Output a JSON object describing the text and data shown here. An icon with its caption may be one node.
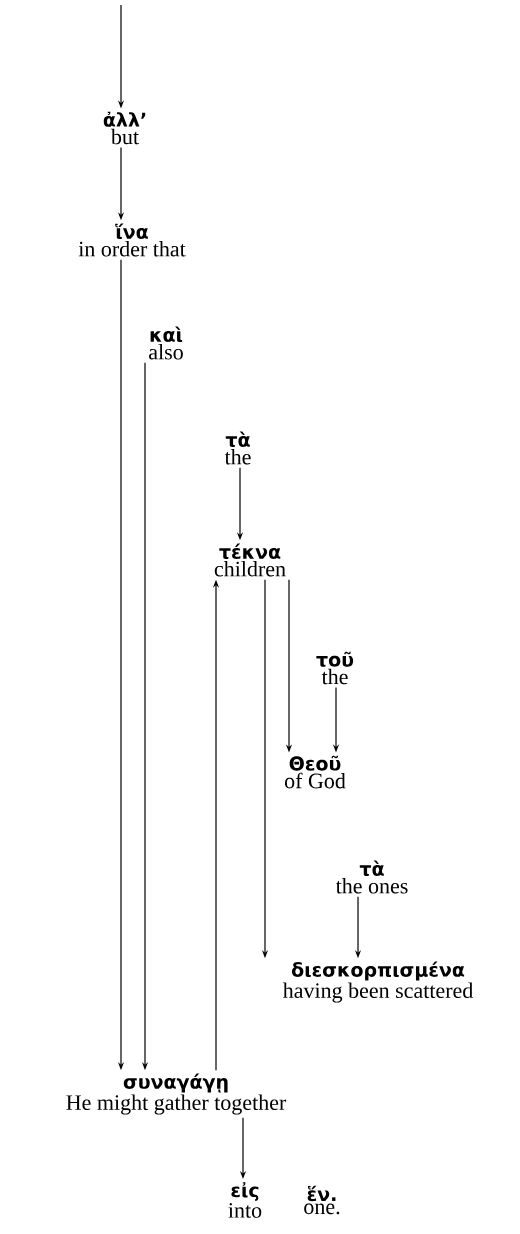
{
  "diagram": {
    "nodes": [
      {
        "text": [
          "ἀλλ’",
          "but"
        ]
      },
      {
        "text": [
          "ἵνα",
          "in order that"
        ]
      },
      {
        "text": [
          "καὶ",
          "also"
        ]
      },
      {
        "text": [
          "τὰ",
          "the"
        ]
      },
      {
        "text": [
          "τέκνα",
          "children"
        ]
      },
      {
        "text": [
          "τοῦ",
          "the"
        ]
      },
      {
        "text": [
          "Θεοῦ",
          "of God"
        ]
      },
      {
        "text": [
          "τὰ",
          "the ones"
        ]
      },
      {
        "text": [
          "διεσκορπισμένα",
          "having been scattered"
        ]
      },
      {
        "text": [
          "συναγάγῃ",
          "He might gather together"
        ]
      },
      {
        "text": [
          "εἰς",
          "into"
        ]
      },
      {
        "text": [
          "ἕν.",
          "one."
        ]
      }
    ],
    "edges": [
      {
        "from": null,
        "to": 0,
        "arrow": "to"
      },
      {
        "from": 0,
        "to": 1,
        "arrow": "to"
      },
      {
        "from": 1,
        "to": 9,
        "arrow": "to"
      },
      {
        "from": 2,
        "to": 9,
        "arrow": "to"
      },
      {
        "from": 9,
        "to": 4,
        "arrow": "to"
      },
      {
        "from": 3,
        "to": 4,
        "arrow": "to"
      },
      {
        "from": 4,
        "to": 8,
        "arrow": "to"
      },
      {
        "from": 4,
        "to": 6,
        "arrow": "to"
      },
      {
        "from": 5,
        "to": 6,
        "arrow": "to"
      },
      {
        "from": 7,
        "to": 8,
        "arrow": "to"
      },
      {
        "from": 9,
        "to": 10,
        "arrow": "to"
      }
    ]
  }
}
